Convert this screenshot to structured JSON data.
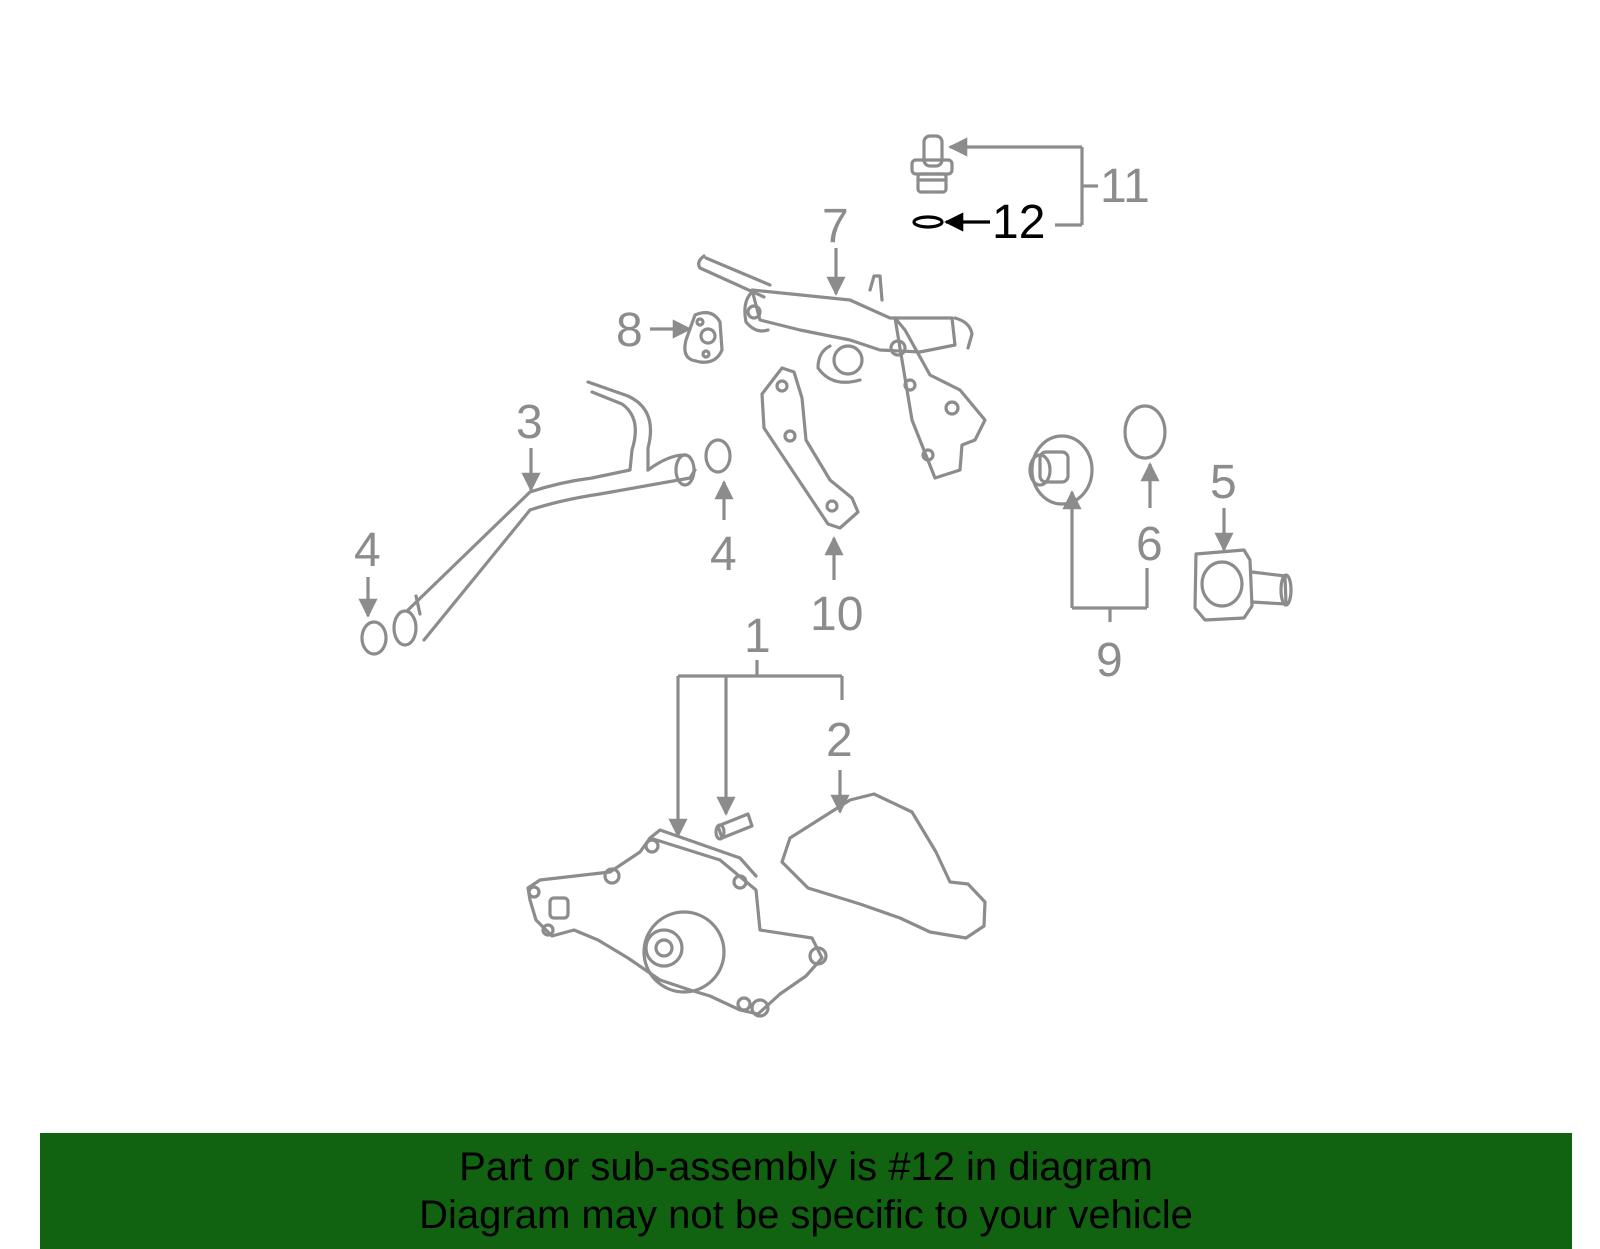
{
  "diagram": {
    "callouts": [
      "1",
      "2",
      "3",
      "4",
      "4",
      "5",
      "6",
      "7",
      "8",
      "9",
      "10",
      "11",
      "12"
    ],
    "highlighted_callout": "12"
  },
  "banner": {
    "line1": "Part or sub-assembly is #12 in diagram",
    "line2": "Diagram may not be specific to your vehicle",
    "background_color": "#116311"
  },
  "colors": {
    "part_line": "#8c8c8c",
    "highlight": "#000000"
  }
}
